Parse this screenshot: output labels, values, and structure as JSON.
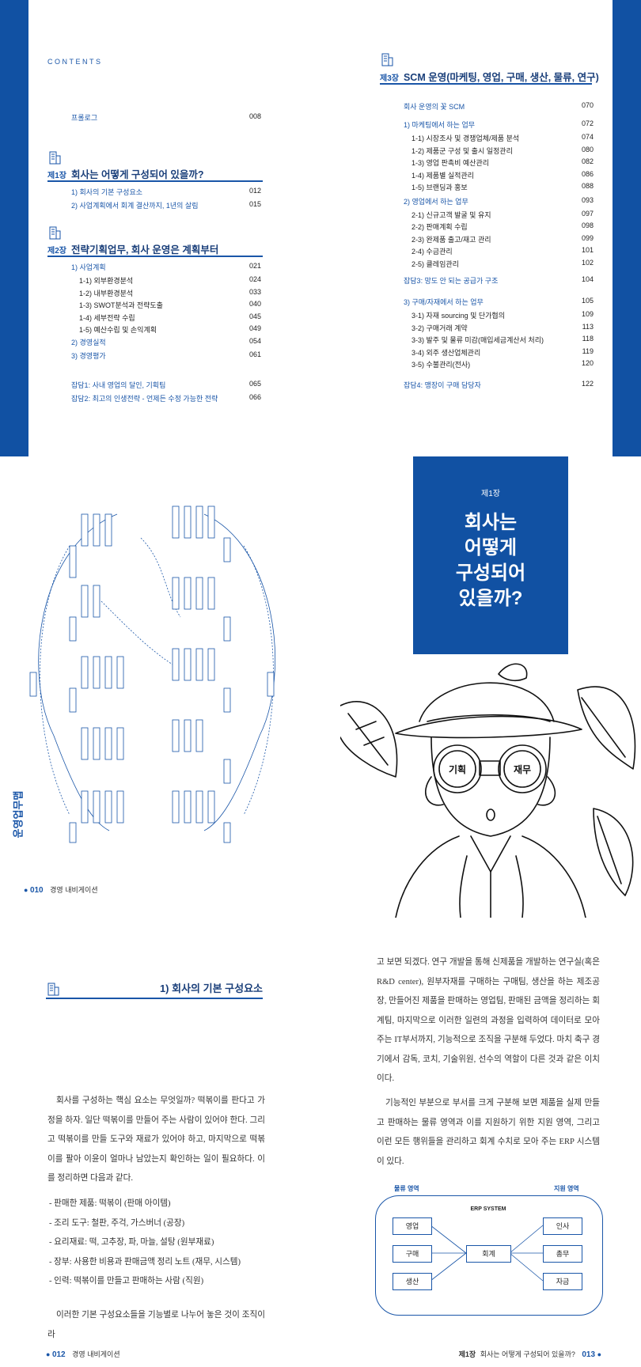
{
  "page1": {
    "contents_label": "CONTENTS",
    "prologue": {
      "title": "프롤로그",
      "page": "008"
    },
    "chapter1": {
      "num": "제1장",
      "title": "회사는 어떻게 구성되어 있을까?",
      "items": [
        {
          "title": "1) 회사의 기본 구성요소",
          "page": "012"
        },
        {
          "title": "2) 사업계획에서 회계 결산까지, 1년의 살림",
          "page": "015"
        }
      ]
    },
    "chapter2": {
      "num": "제2장",
      "title": "전략기획업무, 회사 운영은 계획부터",
      "items": [
        {
          "title": "1) 사업계획",
          "page": "021",
          "level": 1
        },
        {
          "title": "1-1) 외부환경분석",
          "page": "024",
          "level": 2
        },
        {
          "title": "1-2) 내부환경분석",
          "page": "033",
          "level": 2
        },
        {
          "title": "1-3) SWOT분석과 전략도출",
          "page": "040",
          "level": 2
        },
        {
          "title": "1-4) 세부전략 수립",
          "page": "045",
          "level": 2
        },
        {
          "title": "1-5) 예산수립 및 손익계획",
          "page": "049",
          "level": 2
        },
        {
          "title": "2) 경영실적",
          "page": "054",
          "level": 1
        },
        {
          "title": "3) 경영평가",
          "page": "061",
          "level": 1
        },
        {
          "title": "잡담1: 사내 영업의 달인, 기획팀",
          "page": "065",
          "level": 1
        },
        {
          "title": "잡담2: 최고의 인생전략 - 언제든 수정 가능한 전략",
          "page": "066",
          "level": 1
        }
      ]
    }
  },
  "page2": {
    "chapter3": {
      "num": "제3장",
      "title": "SCM 운영(마케팅, 영업, 구매, 생산, 물류, 연구)",
      "items": [
        {
          "title": "회사 운영의 꽃 SCM",
          "page": "070",
          "level": 1
        },
        {
          "title": "1) 마케팅에서 하는 업무",
          "page": "072",
          "level": 1
        },
        {
          "title": "1-1) 시장조사 및 경쟁업체/제품 분석",
          "page": "074",
          "level": 2
        },
        {
          "title": "1-2) 제품군 구성 및 출시 일정관리",
          "page": "080",
          "level": 2
        },
        {
          "title": "1-3) 영업 판촉비 예산관리",
          "page": "082",
          "level": 2
        },
        {
          "title": "1-4) 제품별 실적관리",
          "page": "086",
          "level": 2
        },
        {
          "title": "1-5) 브랜딩과 홍보",
          "page": "088",
          "level": 2
        },
        {
          "title": "2) 영업에서 하는 업무",
          "page": "093",
          "level": 1
        },
        {
          "title": "2-1) 신규고객 발굴 및 유지",
          "page": "097",
          "level": 2
        },
        {
          "title": "2-2) 판매계획 수립",
          "page": "098",
          "level": 2
        },
        {
          "title": "2-3) 완제품 출고/재고 관리",
          "page": "099",
          "level": 2
        },
        {
          "title": "2-4) 수금관리",
          "page": "101",
          "level": 2
        },
        {
          "title": "2-5) 클레임관리",
          "page": "102",
          "level": 2
        },
        {
          "title": "잡담3: 망도 안 되는 공급가 구조",
          "page": "104",
          "level": 1
        },
        {
          "title": "3) 구매/자재에서 하는 업무",
          "page": "105",
          "level": 1
        },
        {
          "title": "3-1) 자재 sourcing 및 단가협의",
          "page": "109",
          "level": 2
        },
        {
          "title": "3-2) 구매거래 계약",
          "page": "113",
          "level": 2
        },
        {
          "title": "3-3) 발주 및 물류 미감(매입세금계산서 처리)",
          "page": "118",
          "level": 2
        },
        {
          "title": "3-4) 외주 생산업체관리",
          "page": "119",
          "level": 2
        },
        {
          "title": "3-5) 수불관리(전사)",
          "page": "120",
          "level": 2
        },
        {
          "title": "잡담4: 맹장이 구매 담당자",
          "page": "122",
          "level": 1
        }
      ]
    }
  },
  "page3": {
    "side_title": "운영업무맵",
    "footer": {
      "page": "010",
      "book": "경영 내비게이션"
    }
  },
  "page4": {
    "chapter_num": "제1장",
    "title_lines": [
      "회사는",
      "어떻게",
      "구성되어",
      "있을까?"
    ],
    "lens_left": "기획",
    "lens_right": "재무"
  },
  "page5": {
    "section_title": "1) 회사의 기본 구성요소",
    "paragraph1": "회사를 구성하는 핵심 요소는 무엇일까? 떡볶이를 판다고 가정을 하자. 일단 떡볶이를 만들어 주는 사람이 있어야 한다. 그리고 떡볶이를 만들 도구와 재료가 있어야 하고, 마지막으로 떡볶이를 팔아 이윤이 얼마나 남았는지 확인하는 일이 필요하다. 이를 정리하면 다음과 같다.",
    "list": [
      "- 판매한 제품: 떡볶이 (판매 아이템)",
      "- 조리 도구: 철판, 주걱, 가스버너 (공장)",
      "- 요리재료: 떡, 고추장, 파, 마늘, 설탕 (원부재료)",
      "- 장부: 사용한 비용과 판매금액 정리 노트 (재무, 시스템)",
      "- 인력: 떡볶이를 만들고 판매하는 사람 (직원)"
    ],
    "paragraph2": "이러한 기본 구성요소들을 기능별로 나누어 놓은 것이 조직이라",
    "footer": {
      "page": "012",
      "book": "경영 내비게이션"
    }
  },
  "page6": {
    "paragraph1": "고 보면 되겠다. 연구 개발을 통해 신제품을 개발하는 연구실(혹은 R&D center), 원부자재를 구매하는 구매팀, 생산을 하는 제조공장, 만들어진 제품을 판매하는 영업팀, 판매된 금액을 정리하는 회계팀, 마지막으로 이러한 일련의 과정을 입력하여 데이터로 모아주는 IT부서까지, 기능적으로 조직을 구분해 두었다. 마치 축구 경기에서 감독, 코치, 기술위원, 선수의 역할이 다른 것과 같은 이치이다.",
    "paragraph2": "기능적인 부분으로 부서를 크게 구분해 보면 제품을 실제 만들고 판매하는 물류 영역과 이를 지원하기 위한 지원 영역, 그리고 이런 모든 행위들을 관리하고 회계 수치로 모아 주는 ERP 시스템이 있다.",
    "diagram": {
      "left_area": "물류 영역",
      "right_area": "지원 영역",
      "system": "ERP SYSTEM",
      "center": "회계",
      "left_boxes": [
        "영업",
        "구매",
        "생산"
      ],
      "right_boxes": [
        "인사",
        "총무",
        "자금"
      ]
    },
    "footer": {
      "chapter": "제1장",
      "text": "회사는 어떻게 구성되어 있을까?",
      "page": "013"
    }
  },
  "colors": {
    "accent": "#1151a3",
    "text": "#222222"
  }
}
